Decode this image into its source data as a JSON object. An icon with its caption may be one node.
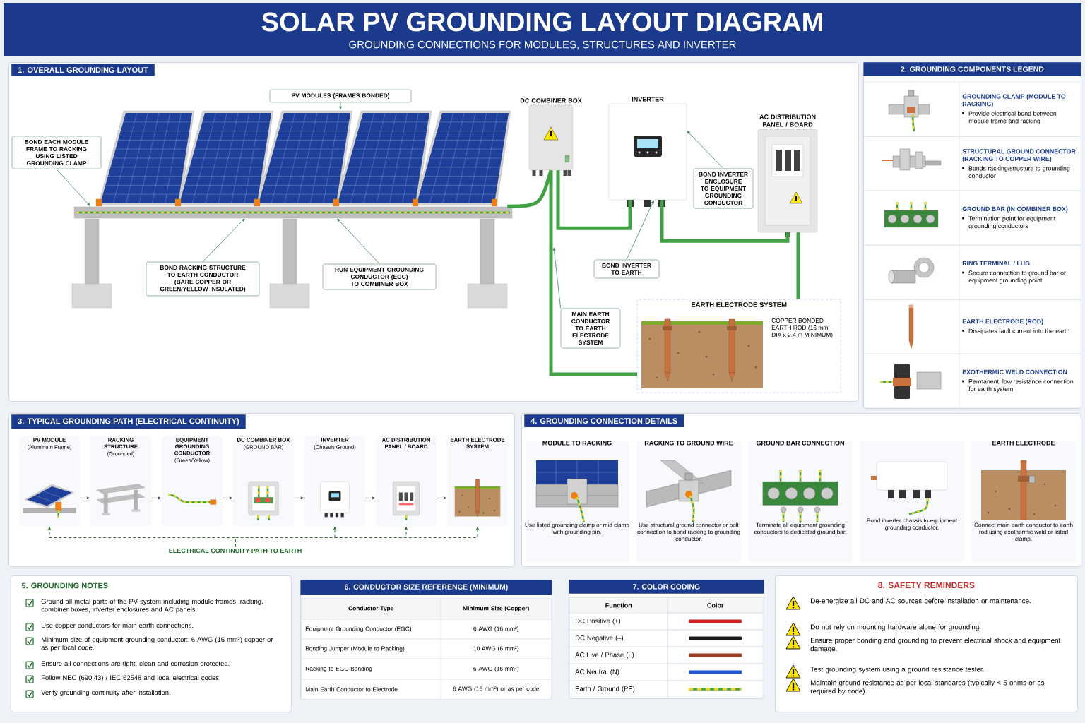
{
  "diagram": {
    "title": "SOLAR PV GROUNDING LAYOUT DIAGRAM",
    "nodes": [
      {
        "text": [
          "1. OVERALL GROUNDING LAYOUT"
        ]
      },
      {
        "text": [],
        "shape": "picture",
        "in": 0
      },
      {
        "text": [],
        "shape": "picture",
        "in": 0
      },
      {
        "text": [
          "PV MODULES (FRAMES BONDED)"
        ],
        "in": 0
      },
      {
        "text": [
          "BOND EACH MODULE FRAME TO RACKING USING LISTED GROUNDING CLAMP"
        ],
        "in": 0
      },
      {
        "text": [
          "BOND RACKING STRUCTURE TO EARTH CONDUCTOR (BARE COPPER OR GREEN/YELLOW INSULATED)"
        ],
        "in": 0
      },
      {
        "text": [
          "RUN EQUIPMENT GROUNDING CONDUCTOR (EGC) TO COMBINER BOX"
        ],
        "in": 0
      },
      {
        "text": [
          "DC COMBINER BOX"
        ],
        "in": 0
      },
      {
        "text": [
          "INVERTER"
        ],
        "in": 0
      },
      {
        "text": [
          "AC DISTRIBUTION PANEL / BOARD"
        ],
        "in": 0
      },
      {
        "text": [
          "BOND INVERTER ENCLOSURE TO EQUIPMENT GROUNDING CONDUCTOR"
        ],
        "in": 0
      },
      {
        "text": [
          "BOND INVERTER TO EARTH"
        ],
        "in": 0
      },
      {
        "text": [
          "MAIN EARTH CONDUCTOR TO EARTH ELECTRODE SYSTEM"
        ],
        "in": 0
      },
      {
        "text": [
          "EARTH ELECTRODE SYSTEM",
          "COPPER BONDED EARTH ROD (16 mm DIA x 2.4 m MINIMUM)"
        ],
        "in": 0
      },
      {
        "text": [
          "2. GROUNDING COMPONENTS LEGEND"
        ]
      },
      {
        "text": [
          "GROUNDING CLAMP (MODULE TO RACKING)",
          "Provide electrical bond between module frame and racking"
        ],
        "in": 14
      },
      {
        "text": [
          "STRUCTURAL GROUND CONNECTOR (RACKING TO COPPER WIRE)",
          "Bonds racking/structure to grounding conductor"
        ],
        "in": 14
      },
      {
        "text": [
          "GROUND BAR (IN COMBINER BOX)",
          "Termination point for equipment grounding conductors"
        ],
        "in": 14
      },
      {
        "text": [
          "RING TERMINAL / LUG",
          "Secure connection to ground bar or equipment grounding point"
        ],
        "in": 14
      },
      {
        "text": [
          "EARTH ELECTRODE (ROD)",
          "Dissipates fault current into the earth"
        ],
        "in": 14
      },
      {
        "text": [
          "EXOTHERMIC WELD CONNECTION",
          "Permanent, low resistance connection for earth system"
        ],
        "in": 14
      },
      {
        "text": [
          "3. TYPICAL GROUNDING PATH (ELECTRICAL CONTINUITY)"
        ]
      },
      {
        "text": [
          "PV MODULE",
          "(Aluminum Frame)"
        ],
        "in": 21
      },
      {
        "text": [
          "RACKING STRUCTURE",
          "(Grounded)"
        ],
        "in": 21
      },
      {
        "text": [
          "EQUIPMENT GROUNDING CONDUCTOR",
          "(Green/Yellow)"
        ],
        "in": 21
      },
      {
        "text": [
          "DC COMBINER BOX",
          "(GROUND BAR)"
        ],
        "in": 21
      },
      {
        "text": [
          "INVERTER",
          "(Chassis Ground)"
        ],
        "in": 21
      },
      {
        "text": [
          "AC DISTRIBUTION PANEL / BOARD"
        ],
        "in": 21
      },
      {
        "text": [
          "EARTH ELECTRODE SYSTEM"
        ],
        "in": 21
      },
      {
        "text": [
          "ELECTRICAL CONTINUITY PATH TO EARTH"
        ],
        "in": 21
      },
      {
        "text": [
          "4. GROUNDING CONNECTION DETAILS"
        ]
      },
      {
        "text": [
          "MODULE TO RACKING",
          "Use listed grounding clamp or mid clamp with grounding pin."
        ],
        "in": 30
      },
      {
        "text": [
          "RACKING TO GROUND WIRE",
          "Use structural ground connector or bolt connection to bond racking to grounding conductor."
        ],
        "in": 30
      },
      {
        "text": [
          "GROUND BAR CONNECTION",
          "Terminate all equipment grounding conductors to dedicated ground bar."
        ],
        "in": 30
      },
      {
        "text": [
          "Bond inverter chassis to equipment grounding conductor."
        ],
        "in": 30
      },
      {
        "text": [
          "EARTH ELECTRODE",
          "Connect main earth conductor to earth rod using exothermic weld or listed clamp."
        ],
        "in": 30
      },
      {
        "text": [
          "5. GROUNDING NOTES"
        ]
      },
      {
        "text": [
          "6. CONDUCTOR SIZE REFERENCE (MINIMUM)"
        ]
      },
      {
        "text": [
          "7. COLOR CODING"
        ]
      },
      {
        "text": [
          "8. SAFETY REMINDERS"
        ]
      }
    ],
    "edges": [
      {
        "from": 1,
        "to": 7,
        "arrow": "none",
        "style": "thick",
        "color": "#43a047"
      },
      {
        "from": 7,
        "to": 13,
        "arrow": "none",
        "style": "thick",
        "color": "#43a047"
      },
      {
        "from": 8,
        "to": 7,
        "arrow": "none",
        "style": "thick",
        "color": "#43a047"
      },
      {
        "from": 9,
        "to": 8,
        "arrow": "none",
        "style": "thick",
        "color": "#43a047"
      },
      {
        "from": 9,
        "to": 13,
        "arrow": "none",
        "style": "thick",
        "color": "#43a047"
      },
      {
        "from": 3,
        "to": 1,
        "arrow": "to",
        "color": "#3d8b5a"
      },
      {
        "from": 4,
        "to": 1,
        "arrow": "to",
        "color": "#3d8b5a"
      },
      {
        "from": 5,
        "to": 2,
        "arrow": "to",
        "color": "#3d8b5a"
      },
      {
        "from": 6,
        "to": 2,
        "arrow": "to",
        "color": "#3d8b5a"
      },
      {
        "from": 10,
        "to": 8,
        "arrow": "to",
        "color": "#3d8b5a"
      },
      {
        "from": 11,
        "to": 8,
        "arrow": "to",
        "color": "#3d8b5a"
      },
      {
        "from": 12,
        "to": null,
        "arrow": "to",
        "color": "#3d8b5a"
      },
      {
        "from": 22,
        "to": 23,
        "arrow": "to"
      },
      {
        "from": 23,
        "to": 24,
        "arrow": "to"
      },
      {
        "from": 24,
        "to": 25,
        "arrow": "to"
      },
      {
        "from": 25,
        "to": 26,
        "arrow": "to"
      },
      {
        "from": 26,
        "to": 27,
        "arrow": "to"
      },
      {
        "from": 27,
        "to": 28,
        "arrow": "to"
      },
      {
        "from": 29,
        "to": 22,
        "arrow": "to",
        "style": "dashed",
        "color": "#2e7d32"
      },
      {
        "from": 29,
        "to": 26,
        "arrow": "to",
        "style": "dashed",
        "color": "#2e7d32"
      },
      {
        "from": 29,
        "to": 27,
        "arrow": "to",
        "style": "dashed",
        "color": "#2e7d32"
      },
      {
        "from": 29,
        "to": 28,
        "arrow": "to",
        "style": "dashed",
        "color": "#2e7d32"
      }
    ],
    "labels": [
      "GROUNDING CONNECTIONS FOR MODULES, STRUCTURES AND INVERTER",
      "Ground all metal parts of the PV system including module frames, racking, combiner boxes, inverter enclosures and AC panels.",
      "Use copper conductors for main earth connections.",
      "Minimum size of equipment grounding conductor: 6 AWG (16 mm²) copper or as per local code.",
      "Ensure all connections are tight, clean and corrosion protected.",
      "Follow NEC (690.43) / IEC 62548 and local electrical codes.",
      "Verify grounding continuity after installation.",
      "Conductor Type",
      "Minimum Size (Copper)",
      "Equipment Grounding Conductor (EGC)",
      "6 AWG (16 mm²)",
      "Bonding Jumper (Module to Racking)",
      "10 AWG (6 mm²)",
      "Racking to EGC Bonding",
      "6 AWG (16 mm²)",
      "Main Earth Conductor to Electrode",
      "6 AWG (16 mm²) or as per code",
      "Function",
      "Color",
      "De-energize all DC and AC sources before installation or maintenance.",
      "Do not rely on mounting hardware alone for grounding.",
      "Ensure proper bonding and grounding to prevent electrical shock and equipment damage.",
      "Test grounding system using a ground resistance tester.",
      "Maintain ground resistance as per local standards (typically < 5 ohms or as required by code)."
    ],
    "legend": [
      {
        "text": "DC Positive (+)",
        "color": "#d42020"
      },
      {
        "text": "DC Negative (–)",
        "color": "#1a1a1a"
      },
      {
        "text": "AC Live / Phase (L)",
        "color": "#9b3a1f"
      },
      {
        "text": "AC Neutral (N)",
        "color": "#1f57c9"
      },
      {
        "text": "Earth / Ground (PE)"
      }
    ]
  }
}
